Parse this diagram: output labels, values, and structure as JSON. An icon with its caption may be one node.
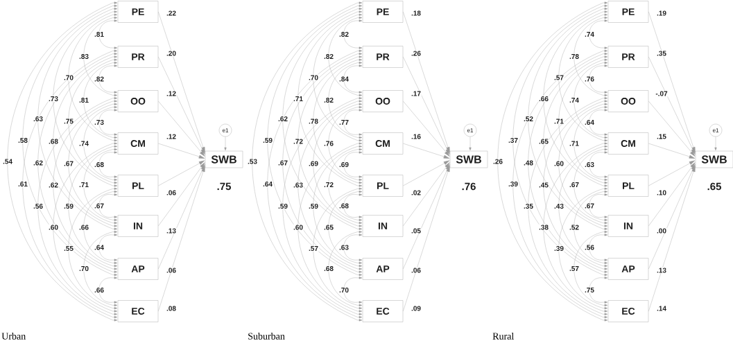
{
  "diagram": {
    "nodes": [
      {
        "text": [
          "PE"
        ]
      },
      {
        "text": [
          "PR"
        ]
      },
      {
        "text": [
          "OO"
        ]
      },
      {
        "text": [
          "CM"
        ]
      },
      {
        "text": [
          "PL"
        ]
      },
      {
        "text": [
          "IN"
        ]
      },
      {
        "text": [
          "AP"
        ]
      },
      {
        "text": [
          "EC"
        ]
      },
      {
        "text": [
          "e1"
        ]
      },
      {
        "text": [
          "SWB"
        ],
        "beside": [
          ".75"
        ]
      },
      {
        "text": [
          "PE"
        ]
      },
      {
        "text": [
          "PR"
        ]
      },
      {
        "text": [
          "OO"
        ]
      },
      {
        "text": [
          "CM"
        ]
      },
      {
        "text": [
          "PL"
        ]
      },
      {
        "text": [
          "IN"
        ]
      },
      {
        "text": [
          "AP"
        ]
      },
      {
        "text": [
          "EC"
        ]
      },
      {
        "text": [
          "e1"
        ]
      },
      {
        "text": [
          "SWB"
        ],
        "beside": [
          ".76"
        ]
      },
      {
        "text": [
          "PE"
        ]
      },
      {
        "text": [
          "PR"
        ]
      },
      {
        "text": [
          "OO"
        ]
      },
      {
        "text": [
          "CM"
        ]
      },
      {
        "text": [
          "PL"
        ]
      },
      {
        "text": [
          "IN"
        ]
      },
      {
        "text": [
          "AP"
        ]
      },
      {
        "text": [
          "EC"
        ]
      },
      {
        "text": [
          "e1"
        ]
      },
      {
        "text": [
          "SWB"
        ],
        "beside": [
          ".65"
        ]
      }
    ],
    "edges": [
      {
        "from": 0,
        "to": 1,
        "arrow": "both",
        "label": ".81"
      },
      {
        "from": 1,
        "to": 2,
        "arrow": "both",
        "label": ".82"
      },
      {
        "from": 2,
        "to": 3,
        "arrow": "both",
        "label": ".73"
      },
      {
        "from": 3,
        "to": 4,
        "arrow": "both",
        "label": ".68"
      },
      {
        "from": 4,
        "to": 5,
        "arrow": "both",
        "label": ".67"
      },
      {
        "from": 5,
        "to": 6,
        "arrow": "both",
        "label": ".64"
      },
      {
        "from": 6,
        "to": 7,
        "arrow": "both",
        "label": ".66"
      },
      {
        "from": 0,
        "to": 2,
        "arrow": "both",
        "label": ".83"
      },
      {
        "from": 1,
        "to": 3,
        "arrow": "both",
        "label": ".81"
      },
      {
        "from": 2,
        "to": 4,
        "arrow": "both",
        "label": ".74"
      },
      {
        "from": 3,
        "to": 5,
        "arrow": "both",
        "label": ".71"
      },
      {
        "from": 4,
        "to": 6,
        "arrow": "both",
        "label": ".66"
      },
      {
        "from": 5,
        "to": 7,
        "arrow": "both",
        "label": ".70"
      },
      {
        "from": 0,
        "to": 3,
        "arrow": "both",
        "label": ".70"
      },
      {
        "from": 1,
        "to": 4,
        "arrow": "both",
        "label": ".75"
      },
      {
        "from": 2,
        "to": 5,
        "arrow": "both",
        "label": ".67"
      },
      {
        "from": 3,
        "to": 6,
        "arrow": "both",
        "label": ".59"
      },
      {
        "from": 4,
        "to": 7,
        "arrow": "both",
        "label": ".55"
      },
      {
        "from": 0,
        "to": 4,
        "arrow": "both",
        "label": ".73"
      },
      {
        "from": 1,
        "to": 5,
        "arrow": "both",
        "label": ".68"
      },
      {
        "from": 2,
        "to": 6,
        "arrow": "both",
        "label": ".62"
      },
      {
        "from": 3,
        "to": 7,
        "arrow": "both",
        "label": ".60"
      },
      {
        "from": 0,
        "to": 5,
        "arrow": "both",
        "label": ".63"
      },
      {
        "from": 1,
        "to": 6,
        "arrow": "both",
        "label": ".62"
      },
      {
        "from": 2,
        "to": 7,
        "arrow": "both",
        "label": ".56"
      },
      {
        "from": 0,
        "to": 6,
        "arrow": "both",
        "label": ".58"
      },
      {
        "from": 1,
        "to": 7,
        "arrow": "both",
        "label": ".61"
      },
      {
        "from": 0,
        "to": 7,
        "arrow": "both",
        "label": ".54"
      },
      {
        "from": 0,
        "to": 9,
        "arrow": "to",
        "label": ".22"
      },
      {
        "from": 1,
        "to": 9,
        "arrow": "to",
        "label": ".20"
      },
      {
        "from": 2,
        "to": 9,
        "arrow": "to",
        "label": ".12"
      },
      {
        "from": 3,
        "to": 9,
        "arrow": "to",
        "label": ".12"
      },
      {
        "from": 4,
        "to": 9,
        "arrow": "to",
        "label": ".06"
      },
      {
        "from": 5,
        "to": 9,
        "arrow": "to",
        "label": ".13"
      },
      {
        "from": 6,
        "to": 9,
        "arrow": "to",
        "label": ".06"
      },
      {
        "from": 7,
        "to": 9,
        "arrow": "to",
        "label": ".08"
      },
      {
        "from": 8,
        "to": 9,
        "arrow": "to"
      },
      {
        "from": 10,
        "to": 11,
        "arrow": "both",
        "label": ".82"
      },
      {
        "from": 11,
        "to": 12,
        "arrow": "both",
        "label": ".84"
      },
      {
        "from": 12,
        "to": 13,
        "arrow": "both",
        "label": ".77"
      },
      {
        "from": 13,
        "to": 14,
        "arrow": "both",
        "label": ".69"
      },
      {
        "from": 14,
        "to": 15,
        "arrow": "both",
        "label": ".68"
      },
      {
        "from": 15,
        "to": 16,
        "arrow": "both",
        "label": ".63"
      },
      {
        "from": 16,
        "to": 17,
        "arrow": "both",
        "label": ".70"
      },
      {
        "from": 10,
        "to": 12,
        "arrow": "both",
        "label": ".82"
      },
      {
        "from": 11,
        "to": 13,
        "arrow": "both",
        "label": ".82"
      },
      {
        "from": 12,
        "to": 14,
        "arrow": "both",
        "label": ".76"
      },
      {
        "from": 13,
        "to": 15,
        "arrow": "both",
        "label": ".72"
      },
      {
        "from": 14,
        "to": 16,
        "arrow": "both",
        "label": ".65"
      },
      {
        "from": 15,
        "to": 17,
        "arrow": "both",
        "label": ".68"
      },
      {
        "from": 10,
        "to": 13,
        "arrow": "both",
        "label": ".70"
      },
      {
        "from": 11,
        "to": 14,
        "arrow": "both",
        "label": ".78"
      },
      {
        "from": 12,
        "to": 15,
        "arrow": "both",
        "label": ".69"
      },
      {
        "from": 13,
        "to": 16,
        "arrow": "both",
        "label": ".59"
      },
      {
        "from": 14,
        "to": 17,
        "arrow": "both",
        "label": ".57"
      },
      {
        "from": 10,
        "to": 14,
        "arrow": "both",
        "label": ".71"
      },
      {
        "from": 11,
        "to": 15,
        "arrow": "both",
        "label": ".72"
      },
      {
        "from": 12,
        "to": 16,
        "arrow": "both",
        "label": ".63"
      },
      {
        "from": 13,
        "to": 17,
        "arrow": "both",
        "label": ".60"
      },
      {
        "from": 10,
        "to": 15,
        "arrow": "both",
        "label": ".62"
      },
      {
        "from": 11,
        "to": 16,
        "arrow": "both",
        "label": ".67"
      },
      {
        "from": 12,
        "to": 17,
        "arrow": "both",
        "label": ".59"
      },
      {
        "from": 10,
        "to": 16,
        "arrow": "both",
        "label": ".59"
      },
      {
        "from": 11,
        "to": 17,
        "arrow": "both",
        "label": ".64"
      },
      {
        "from": 10,
        "to": 17,
        "arrow": "both",
        "label": ".53"
      },
      {
        "from": 10,
        "to": 19,
        "arrow": "to",
        "label": ".18"
      },
      {
        "from": 11,
        "to": 19,
        "arrow": "to",
        "label": ".26"
      },
      {
        "from": 12,
        "to": 19,
        "arrow": "to",
        "label": ".17"
      },
      {
        "from": 13,
        "to": 19,
        "arrow": "to",
        "label": ".16"
      },
      {
        "from": 14,
        "to": 19,
        "arrow": "to",
        "label": ".02"
      },
      {
        "from": 15,
        "to": 19,
        "arrow": "to",
        "label": ".05"
      },
      {
        "from": 16,
        "to": 19,
        "arrow": "to",
        "label": ".06"
      },
      {
        "from": 17,
        "to": 19,
        "arrow": "to",
        "label": ".09"
      },
      {
        "from": 18,
        "to": 19,
        "arrow": "to"
      },
      {
        "from": 20,
        "to": 21,
        "arrow": "both",
        "label": ".74"
      },
      {
        "from": 21,
        "to": 22,
        "arrow": "both",
        "label": ".76"
      },
      {
        "from": 22,
        "to": 23,
        "arrow": "both",
        "label": ".64"
      },
      {
        "from": 23,
        "to": 24,
        "arrow": "both",
        "label": ".63"
      },
      {
        "from": 24,
        "to": 25,
        "arrow": "both",
        "label": ".67"
      },
      {
        "from": 25,
        "to": 26,
        "arrow": "both",
        "label": ".56"
      },
      {
        "from": 26,
        "to": 27,
        "arrow": "both",
        "label": ".75"
      },
      {
        "from": 20,
        "to": 22,
        "arrow": "both",
        "label": ".78"
      },
      {
        "from": 21,
        "to": 23,
        "arrow": "both",
        "label": ".74"
      },
      {
        "from": 22,
        "to": 24,
        "arrow": "both",
        "label": ".71"
      },
      {
        "from": 23,
        "to": 25,
        "arrow": "both",
        "label": ".67"
      },
      {
        "from": 24,
        "to": 26,
        "arrow": "both",
        "label": ".52"
      },
      {
        "from": 25,
        "to": 27,
        "arrow": "both",
        "label": ".57"
      },
      {
        "from": 20,
        "to": 23,
        "arrow": "both",
        "label": ".57"
      },
      {
        "from": 21,
        "to": 24,
        "arrow": "both",
        "label": ".71"
      },
      {
        "from": 22,
        "to": 25,
        "arrow": "both",
        "label": ".60"
      },
      {
        "from": 23,
        "to": 26,
        "arrow": "both",
        "label": ".43"
      },
      {
        "from": 24,
        "to": 27,
        "arrow": "both",
        "label": ".39"
      },
      {
        "from": 20,
        "to": 24,
        "arrow": "both",
        "label": ".66"
      },
      {
        "from": 21,
        "to": 25,
        "arrow": "both",
        "label": ".65"
      },
      {
        "from": 22,
        "to": 26,
        "arrow": "both",
        "label": ".45"
      },
      {
        "from": 23,
        "to": 27,
        "arrow": "both",
        "label": ".38"
      },
      {
        "from": 20,
        "to": 25,
        "arrow": "both",
        "label": ".52"
      },
      {
        "from": 21,
        "to": 26,
        "arrow": "both",
        "label": ".48"
      },
      {
        "from": 22,
        "to": 27,
        "arrow": "both",
        "label": ".35"
      },
      {
        "from": 20,
        "to": 26,
        "arrow": "both",
        "label": ".37"
      },
      {
        "from": 21,
        "to": 27,
        "arrow": "both",
        "label": ".39"
      },
      {
        "from": 20,
        "to": 27,
        "arrow": "both",
        "label": ".26"
      },
      {
        "from": 20,
        "to": 29,
        "arrow": "to",
        "label": ".19"
      },
      {
        "from": 21,
        "to": 29,
        "arrow": "to",
        "label": ".35"
      },
      {
        "from": 22,
        "to": 29,
        "arrow": "to",
        "label": "-.07"
      },
      {
        "from": 23,
        "to": 29,
        "arrow": "to",
        "label": ".15"
      },
      {
        "from": 24,
        "to": 29,
        "arrow": "to",
        "label": ".10"
      },
      {
        "from": 25,
        "to": 29,
        "arrow": "to",
        "label": ".00"
      },
      {
        "from": 26,
        "to": 29,
        "arrow": "to",
        "label": ".13"
      },
      {
        "from": 27,
        "to": 29,
        "arrow": "to",
        "label": ".14"
      },
      {
        "from": 28,
        "to": 29,
        "arrow": "to"
      }
    ],
    "labels": [
      "Urban",
      "Suburban",
      "Rural"
    ]
  }
}
